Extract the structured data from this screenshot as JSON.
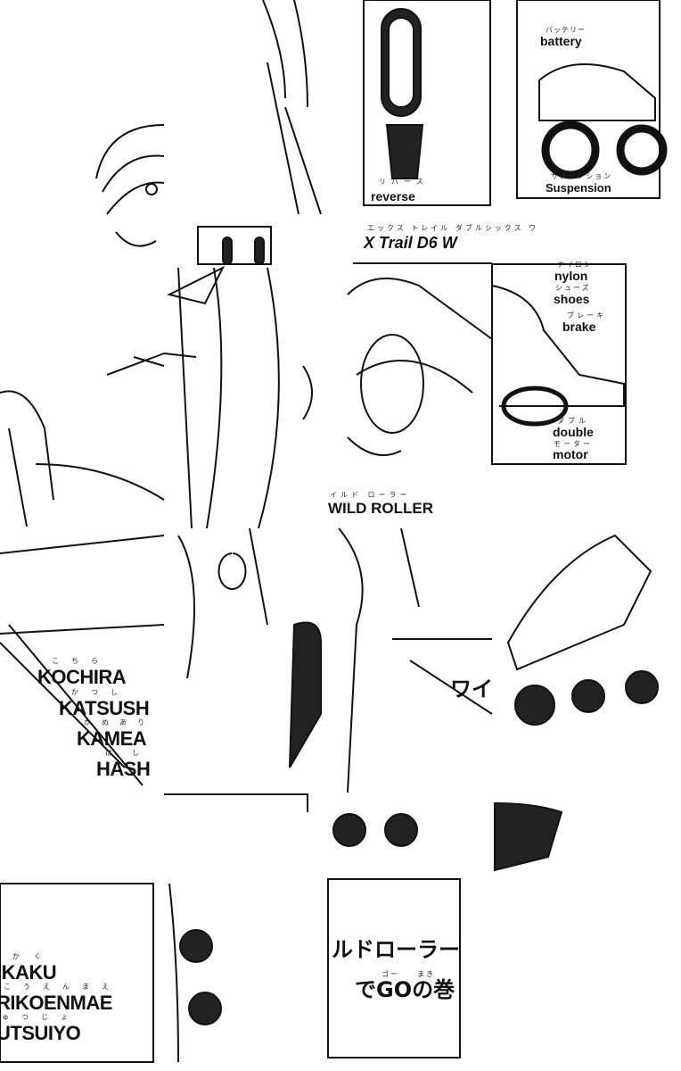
{
  "labels": {
    "battery_ruby": "バッテリー",
    "battery": "battery",
    "reverse_ruby": "リバース",
    "reverse": "reverse",
    "suspension_ruby": "サスペンション",
    "suspension": "Suspension",
    "xtrail_ruby": "エックス トレイル ダブルシックス ワ",
    "xtrail": "X Trail D6 W",
    "nylon_ruby": "ナイロン",
    "nylon": "nylon",
    "shoes_ruby": "シューズ",
    "shoes": "shoes",
    "brake_ruby": "ブレーキ",
    "brake": "brake",
    "double_ruby": "ダブル",
    "double": "double",
    "motor_ruby": "モーター",
    "motor": "motor",
    "wild_ruby": "イルド ローラー",
    "wild": "WILD ROLLER",
    "wai": "ワイ"
  },
  "title_left": {
    "lines": [
      {
        "ruby": "こちら",
        "text": "KOCHIRA"
      },
      {
        "ruby": "かつし",
        "text": "KATSUSH"
      },
      {
        "ruby": "かめあり",
        "text": "KAMEA"
      },
      {
        "ruby": "はし",
        "text": "HASH"
      },
      {
        "ruby": "かく",
        "text": "IKAKU"
      },
      {
        "ruby": "こうえんまえ",
        "text": "RIKOENMAE"
      },
      {
        "ruby": "ゅつじょ",
        "text": "UTSUIYO"
      }
    ]
  },
  "episode_title": {
    "line1": "ルドローラー",
    "ruby": "ゴー　　まき",
    "line2": "でGOの巻"
  }
}
